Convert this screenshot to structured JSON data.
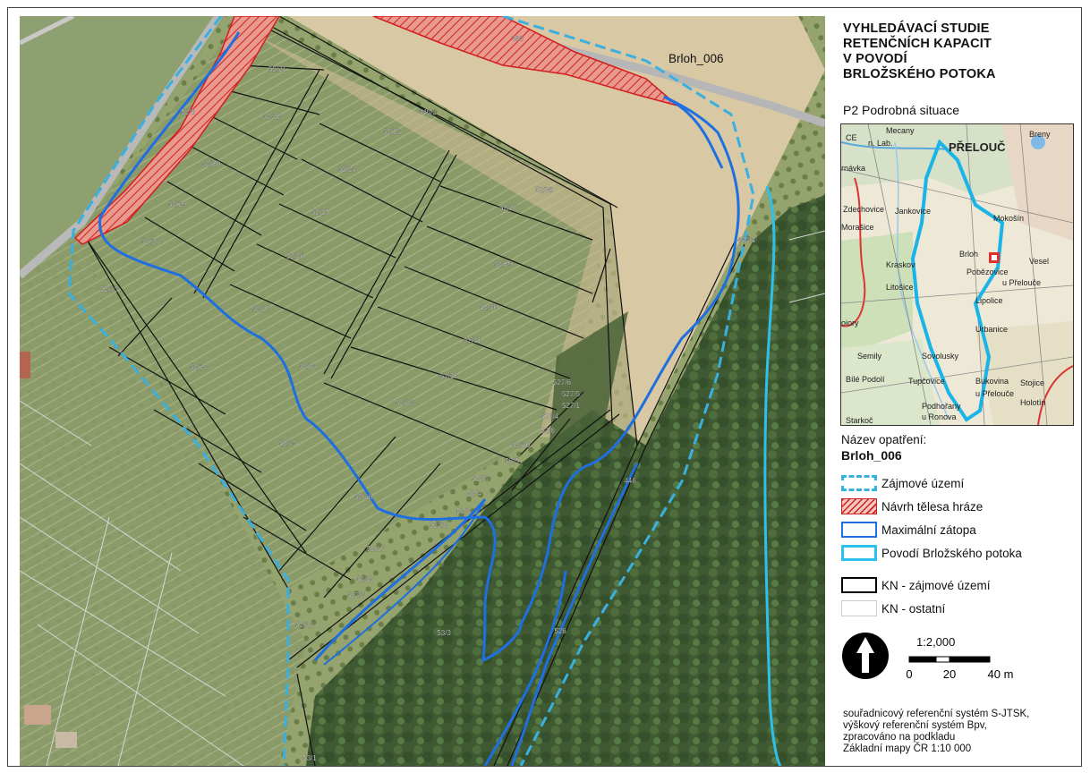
{
  "title": "VYHLEDÁVACÍ STUDIE\nRETENČNÍCH KAPACIT\nV POVODÍ\nBRLOŽSKÉHO POTOKA",
  "subtitle": "P2 Podrobná situace",
  "measure_name_label": "Název opatření:",
  "measure_name": "Brloh_006",
  "map_label": "Brloh_006",
  "legend": [
    {
      "label": "Zájmové území",
      "icon": "dashed-cyan-box"
    },
    {
      "label": "Návrh tělesa hráze",
      "icon": "red-hatched-box"
    },
    {
      "label": "Maximální zátopa",
      "icon": "blue-box"
    },
    {
      "label": "Povodí Brložského potoka",
      "icon": "light-blue-box"
    },
    {
      "label": "KN - zájmové území",
      "icon": "black-box"
    },
    {
      "label": "KN - ostatní",
      "icon": "grey-box"
    }
  ],
  "scale": {
    "ratio": "1:2,000",
    "ticks": [
      "0",
      "20",
      "40 m"
    ]
  },
  "footer": [
    "souřadnicový referenční systém S-JTSK,",
    "výškový referenční systém Bpv,",
    "zpracováno na podkladu",
    "Základní mapy ČR 1:10 000"
  ],
  "parcels": [
    "380",
    "52/21",
    "52/22",
    "52/23",
    "445/2",
    "52/6",
    "52/20",
    "52/24",
    "52/19",
    "52/25",
    "52/18",
    "52/26",
    "52/28",
    "52/36",
    "52/29",
    "445/4",
    "52/13",
    "52/27",
    "52/30",
    "52/31",
    "52/14",
    "52/34",
    "52/32",
    "52/33",
    "527/6",
    "527/5",
    "527/1",
    "527/4",
    "52/8",
    "52/10",
    "52/5",
    "52/15",
    "527/7",
    "52/4",
    "52/16",
    "52/3",
    "527/2",
    "446",
    "52/17",
    "52/35",
    "527/3",
    "52/12",
    "53/3",
    "526",
    "53/1"
  ],
  "inset": {
    "places": [
      "PŘELOUČ",
      "CE",
      "n. Lab.",
      "Mecany",
      "Breny",
      "rnávka",
      "Zdechovice",
      "Jankovice",
      "Mokošín",
      "Morašice",
      "Brloh",
      "Vesel",
      "Pobězovice",
      "Kraskov",
      "u Přelouče",
      "Litošice",
      "Lipolice",
      "oiory",
      "Urbanice",
      "Semily",
      "Sovolusky",
      "Bílé Podolí",
      "Tupčovice",
      "Bukovina",
      "Stojice",
      "u Přelouče",
      "Podhořany",
      "Holotín",
      "Starkoč",
      "u Ronova"
    ]
  },
  "colors": {
    "study_area": "#3ab0e0",
    "dam": "#e0302a",
    "max_flood": "#1e6fe0",
    "basin": "#2ec0ea",
    "kn_area": "#000000",
    "kn_other": "#cccccc"
  }
}
